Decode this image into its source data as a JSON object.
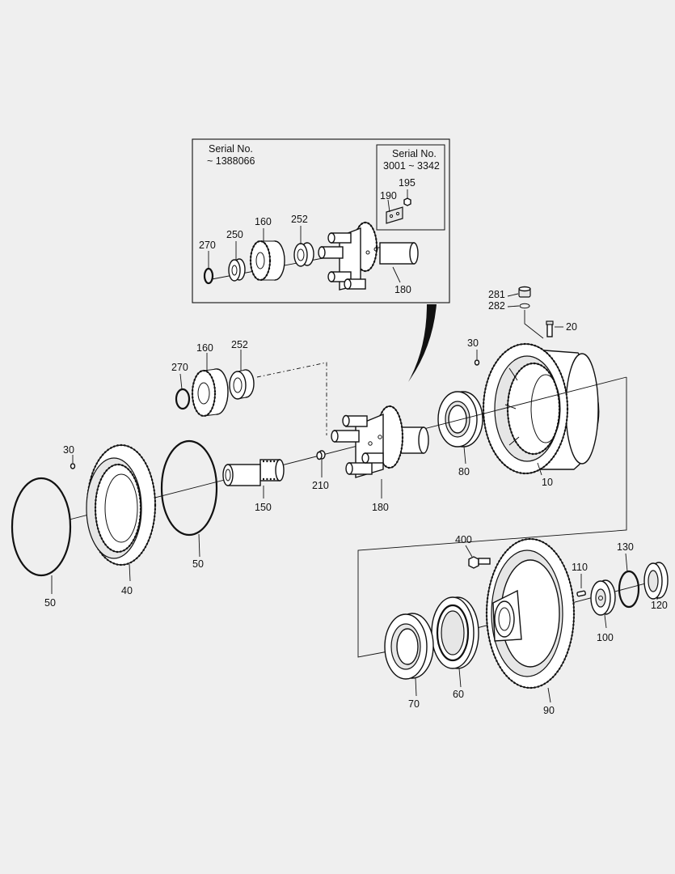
{
  "inset": {
    "serial_title": "Serial No.",
    "serial_range": "~ 1388066",
    "sub": {
      "serial_title": "Serial No.",
      "serial_range": "3001 ~ 3342"
    }
  },
  "labels": {
    "inset_195": "195",
    "inset_190": "190",
    "inset_160": "160",
    "inset_252": "252",
    "inset_250": "250",
    "inset_270": "270",
    "inset_180": "180",
    "p281": "281",
    "p282": "282",
    "p20": "20",
    "p30a": "30",
    "p10": "10",
    "p80": "80",
    "p160": "160",
    "p252": "252",
    "p270": "270",
    "p180": "180",
    "p210": "210",
    "p150": "150",
    "p30b": "30",
    "p40": "40",
    "p50a": "50",
    "p50b": "50",
    "p400": "400",
    "p110": "110",
    "p130": "130",
    "p100": "100",
    "p120": "120",
    "p90": "90",
    "p60": "60",
    "p70": "70"
  }
}
